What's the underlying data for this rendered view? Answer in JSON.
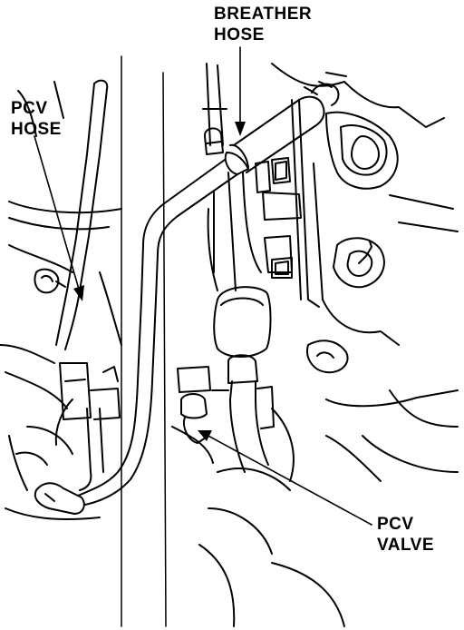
{
  "labels": {
    "breather_hose": {
      "line1": "BREATHER",
      "line2": "HOSE"
    },
    "pcv_hose": {
      "line1": "PCV",
      "line2": "HOSE"
    },
    "pcv_valve": {
      "line1": "PCV",
      "line2": "VALVE"
    }
  },
  "colors": {
    "ink": "#000000",
    "paper": "#ffffff"
  }
}
